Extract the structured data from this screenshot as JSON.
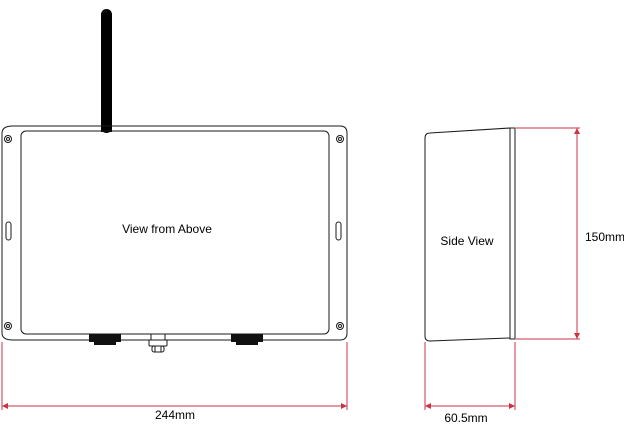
{
  "labels": {
    "top_view": "View from Above",
    "side_view": "Side View"
  },
  "dimensions": {
    "width": "244mm",
    "height": "150mm",
    "depth": "60.5mm"
  },
  "colors": {
    "outline": "#1a1a1a",
    "dimension_line": "#cc3344",
    "background": "#ffffff"
  }
}
